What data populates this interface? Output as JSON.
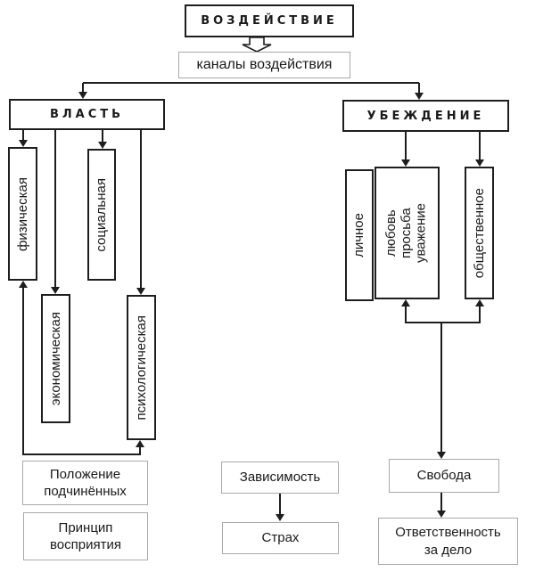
{
  "diagram": {
    "root": {
      "label": "ВОЗДЕЙСТВИЕ"
    },
    "channels": {
      "label": "каналы воздействия"
    },
    "branches": {
      "power": {
        "label": "ВЛАСТЬ",
        "children": [
          {
            "label": "физическая"
          },
          {
            "label": "экономическая"
          },
          {
            "label": "социальная"
          },
          {
            "label": "психологическая"
          }
        ]
      },
      "persuasion": {
        "label": "УБЕЖДЕНИЕ",
        "children": [
          {
            "label": "личное"
          },
          {
            "lines": [
              "любовь",
              "просьба",
              "уважение"
            ]
          },
          {
            "label": "общественное"
          }
        ]
      }
    },
    "outcomes": {
      "left": [
        {
          "lines": [
            "Положение",
            "подчинённых"
          ]
        },
        {
          "lines": [
            "Принцип",
            "восприятия"
          ]
        }
      ],
      "middle": [
        {
          "label": "Зависимость"
        },
        {
          "label": "Страх"
        }
      ],
      "right": [
        {
          "label": "Свобода"
        },
        {
          "lines": [
            "Ответственность",
            "за дело"
          ]
        }
      ]
    }
  }
}
